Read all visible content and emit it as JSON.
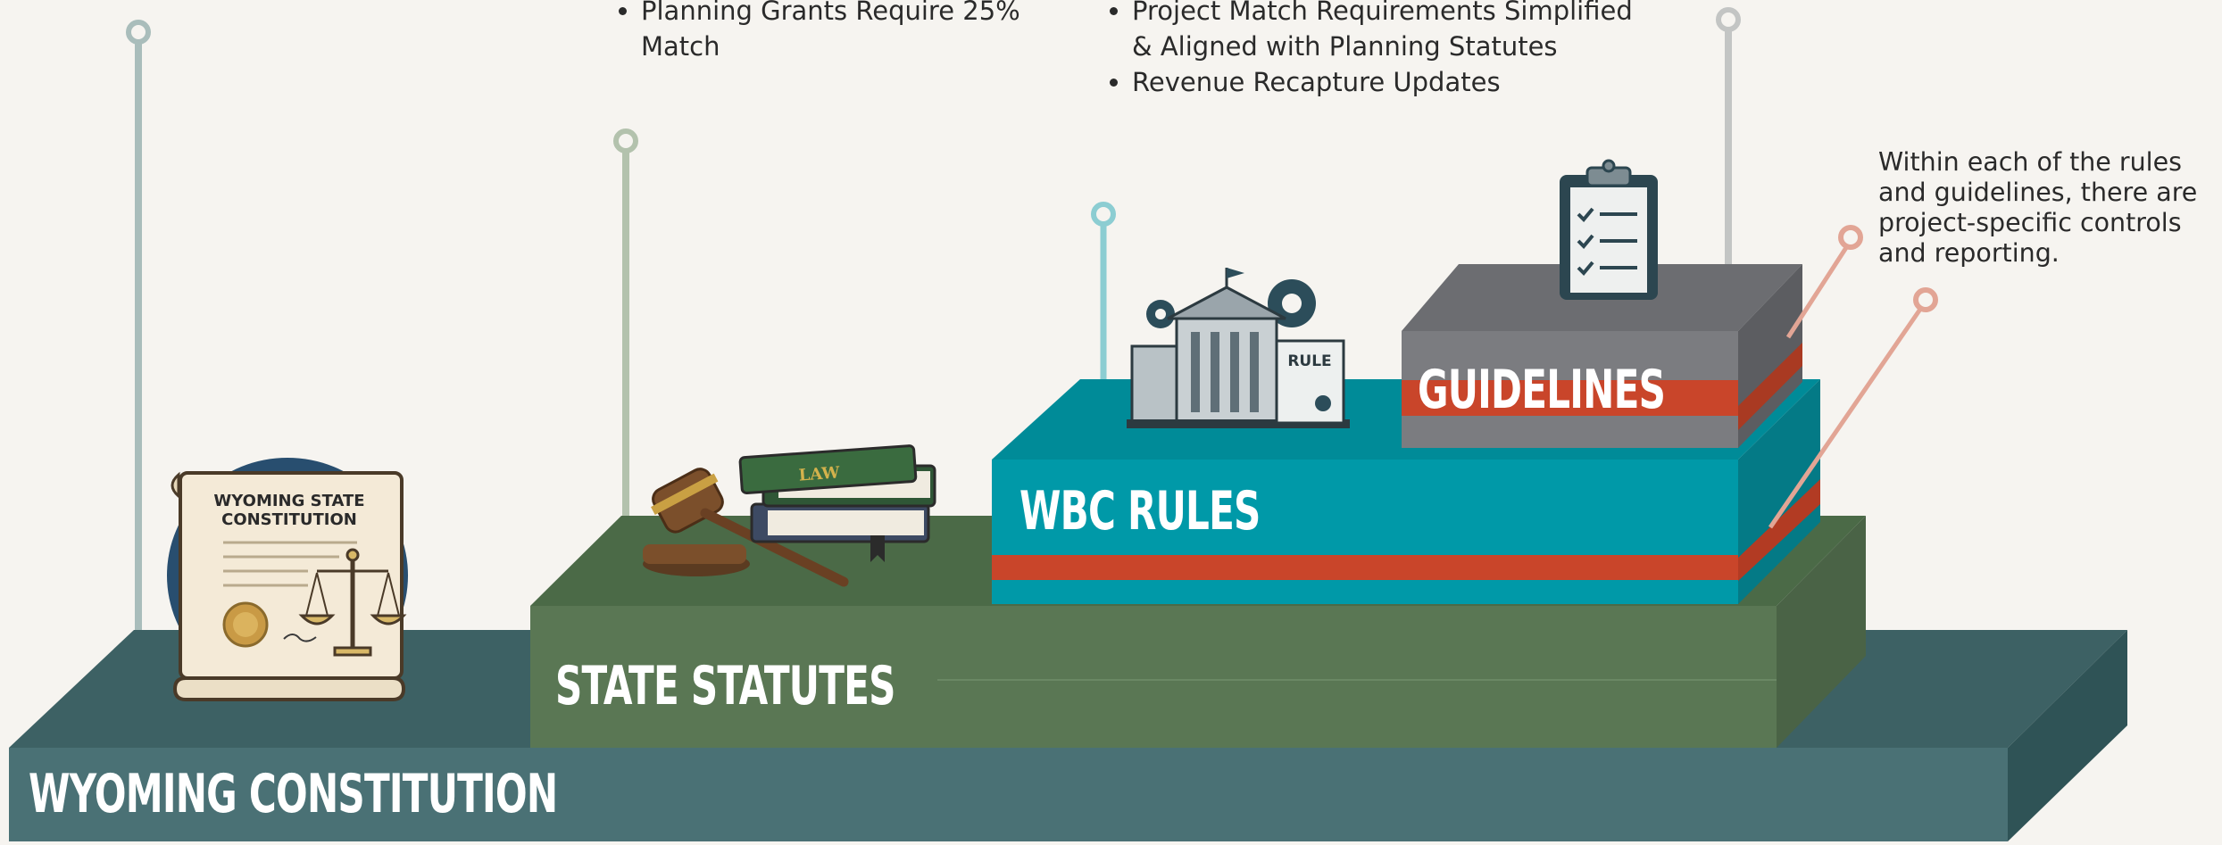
{
  "layers": {
    "constitution": {
      "label": "WYOMING CONSTITUTION",
      "color": "#4a7175"
    },
    "statutes": {
      "label": "STATE STATUTES",
      "color": "#5a7754"
    },
    "rules": {
      "label": "WBC RULES",
      "color": "#0099a8"
    },
    "guidelines": {
      "label": "GUIDELINES",
      "color": "#7b7c80"
    }
  },
  "accent_color": "#c9452a",
  "notes": {
    "statutes_bullets": [
      "Planning Grants Require 25% Match"
    ],
    "rules_bullets": [
      "Project Match Requirements Simplified & Aligned with Planning Statutes",
      "Revenue Recapture Updates"
    ],
    "guidelines_note": "Within each of the rules and guidelines, there are project-specific controls and reporting."
  },
  "illustrations": {
    "scroll_title": "WYOMING STATE CONSTITUTION",
    "book_label": "LAW",
    "rule_doc_label": "RULE"
  }
}
